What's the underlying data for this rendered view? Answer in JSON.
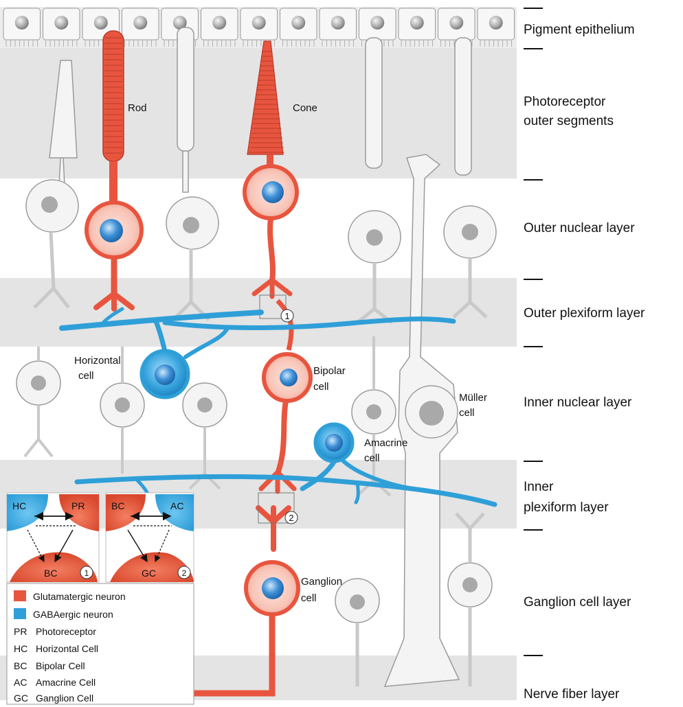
{
  "layers": [
    {
      "label_lines": [
        "Pigment epithelium"
      ]
    },
    {
      "label_lines": [
        "Photoreceptor",
        "outer segments"
      ]
    },
    {
      "label_lines": [
        "Outer nuclear layer"
      ]
    },
    {
      "label_lines": [
        "Outer plexiform layer"
      ]
    },
    {
      "label_lines": [
        "Inner nuclear layer"
      ]
    },
    {
      "label_lines": [
        "Inner",
        "plexiform layer"
      ]
    },
    {
      "label_lines": [
        "Ganglion cell layer"
      ]
    },
    {
      "label_lines": [
        "Nerve fiber layer"
      ]
    }
  ],
  "cell_labels": {
    "rod": [
      "Rod"
    ],
    "cone": [
      "Cone"
    ],
    "horizontal": [
      "Horizontal",
      "cell"
    ],
    "bipolar": [
      "Bipolar",
      "cell"
    ],
    "muller": [
      "Müller",
      "cell"
    ],
    "amacrine": [
      "Amacrine",
      "cell"
    ],
    "ganglion": [
      "Ganglion",
      "cell"
    ]
  },
  "synapse_markers": [
    "1",
    "2"
  ],
  "insets": [
    {
      "top_left": "HC",
      "top_right": "PR",
      "bottom": "BC",
      "number": "1"
    },
    {
      "top_left": "BC",
      "top_right": "AC",
      "bottom": "GC",
      "number": "2"
    }
  ],
  "legend": {
    "swatches": [
      {
        "color": "#e8553f",
        "label": "Glutamatergic neuron"
      },
      {
        "color": "#2f9fd8",
        "label": "GABAergic neuron"
      }
    ],
    "abbreviations": [
      {
        "abbr": "PR",
        "full": "Photoreceptor"
      },
      {
        "abbr": "HC",
        "full": "Horizontal Cell"
      },
      {
        "abbr": "BC",
        "full": "Bipolar Cell"
      },
      {
        "abbr": "AC",
        "full": "Amacrine Cell"
      },
      {
        "abbr": "GC",
        "full": "Ganglion Cell"
      }
    ]
  },
  "colors": {
    "glutamatergic": "#e8553f",
    "gabaergic": "#2f9fd8",
    "nucleus": "#3d8fd6",
    "grey_nucleus": "#a9a9a9",
    "layer_band": "#e6e6e6"
  }
}
